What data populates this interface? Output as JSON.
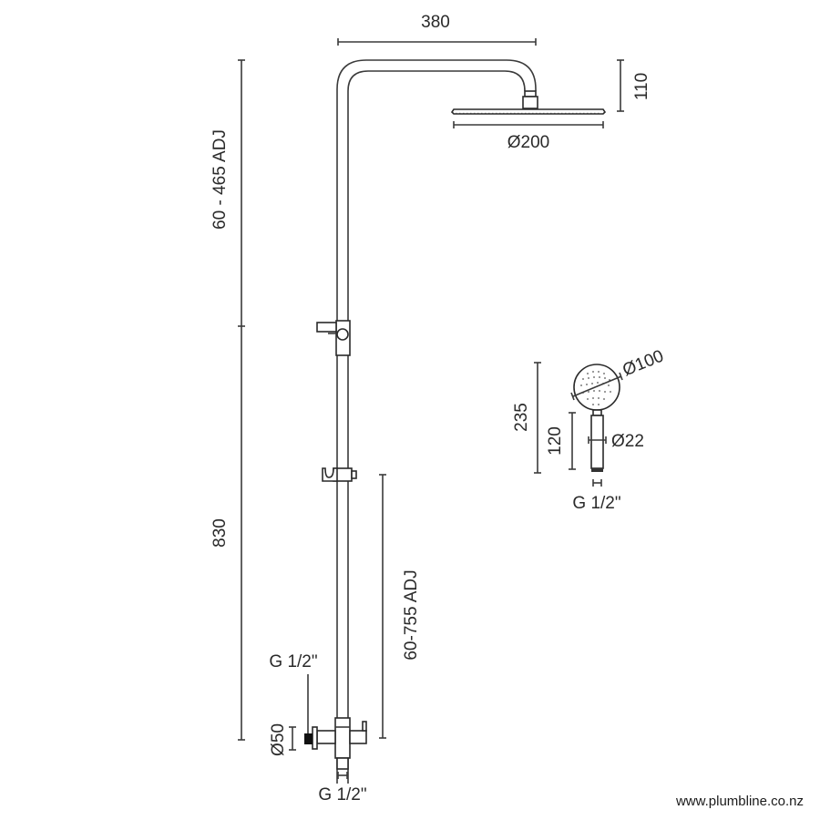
{
  "drawing": {
    "title": "Shower column dimension drawing",
    "units": "mm",
    "dimensions": {
      "arm_reach": "380",
      "head_height": "110",
      "head_diameter": "Ø200",
      "upper_adjustable": "60 - 465 ADJ",
      "column_height": "830",
      "slider_adjustable": "60-755 ADJ",
      "inlet_thread_side": "G 1/2\"",
      "wall_flange_diameter": "Ø50",
      "outlet_thread_bottom": "G 1/2\""
    },
    "hand_shower": {
      "total_length": "235",
      "handle_length": "120",
      "head_diameter": "Ø100",
      "handle_diameter": "Ø22",
      "thread": "G 1/2\""
    }
  },
  "footer": {
    "website": "www.plumbline.co.nz"
  },
  "colors": {
    "line": "#2a2a2a",
    "background": "#ffffff"
  }
}
